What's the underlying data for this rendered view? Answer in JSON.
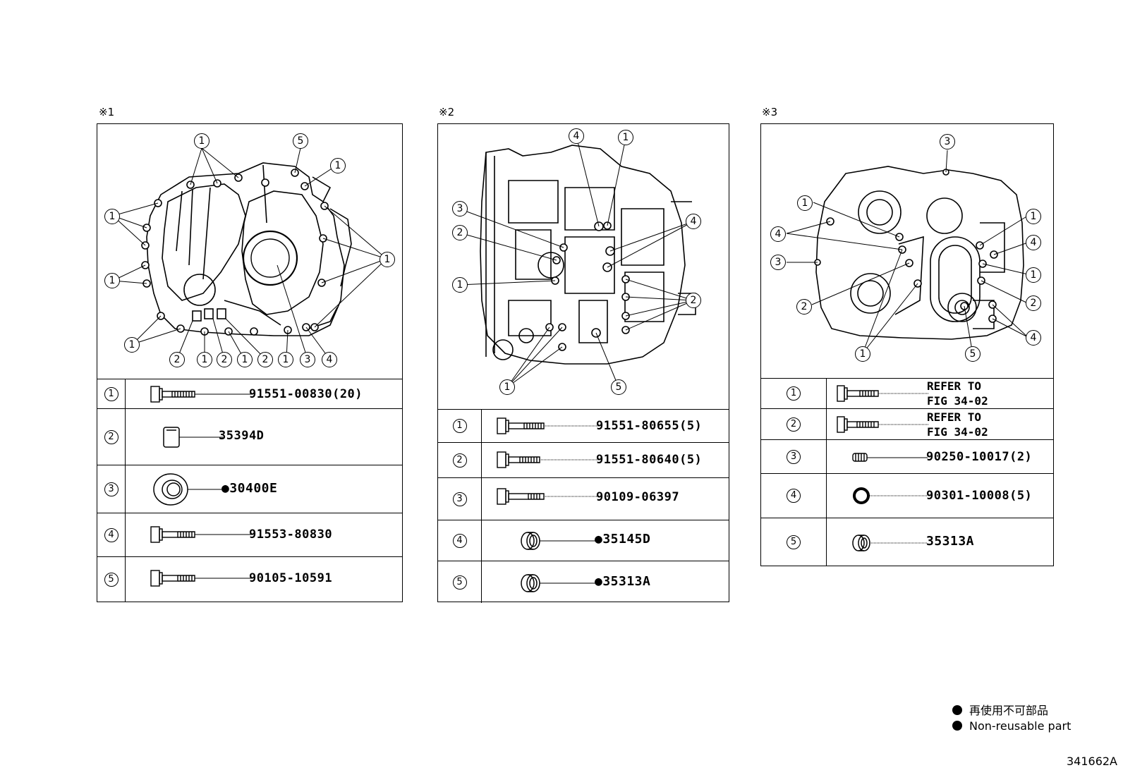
{
  "sections": [
    {
      "label": "※1",
      "callouts": [
        "1",
        "5",
        "1",
        "1",
        "1",
        "1",
        "1",
        "2",
        "1",
        "2",
        "1",
        "2",
        "1",
        "3",
        "4"
      ],
      "parts": [
        {
          "num": "1",
          "icon": "bolt-icon",
          "part_no": "91551-00830(20)"
        },
        {
          "num": "2",
          "icon": "plug-icon",
          "part_no": "35394D"
        },
        {
          "num": "3",
          "icon": "oil-seal-icon",
          "part_no": "●30400E"
        },
        {
          "num": "4",
          "icon": "bolt-icon",
          "part_no": "91553-80830"
        },
        {
          "num": "5",
          "icon": "bolt-icon",
          "part_no": "90105-10591"
        }
      ]
    },
    {
      "label": "※2",
      "callouts": [
        "4",
        "1",
        "3",
        "4",
        "2",
        "1",
        "2",
        "1",
        "5"
      ],
      "parts": [
        {
          "num": "1",
          "icon": "bolt-icon",
          "part_no": "91551-80655(5)"
        },
        {
          "num": "2",
          "icon": "bolt-icon",
          "part_no": "91551-80640(5)"
        },
        {
          "num": "3",
          "icon": "bolt-icon",
          "part_no": "90109-06397"
        },
        {
          "num": "4",
          "icon": "seal-ring-icon",
          "part_no": "●35145D"
        },
        {
          "num": "5",
          "icon": "seal-ring-icon",
          "part_no": "●35313A"
        }
      ]
    },
    {
      "label": "※3",
      "callouts": [
        "3",
        "1",
        "4",
        "3",
        "1",
        "4",
        "1",
        "2",
        "2",
        "4",
        "1",
        "5"
      ],
      "parts": [
        {
          "num": "1",
          "icon": "bolt-icon",
          "part_no": "REFER TO\nFIG 34-02"
        },
        {
          "num": "2",
          "icon": "bolt-icon",
          "part_no": "REFER TO\nFIG 34-02"
        },
        {
          "num": "3",
          "icon": "pin-icon",
          "part_no": "90250-10017(2)"
        },
        {
          "num": "4",
          "icon": "o-ring-icon",
          "part_no": "90301-10008(5)"
        },
        {
          "num": "5",
          "icon": "seal-ring-icon",
          "part_no": "35313A"
        }
      ]
    }
  ],
  "legend": {
    "jp": "再使用不可部品",
    "en": "Non-reusable part"
  },
  "figure_id": "341662A"
}
